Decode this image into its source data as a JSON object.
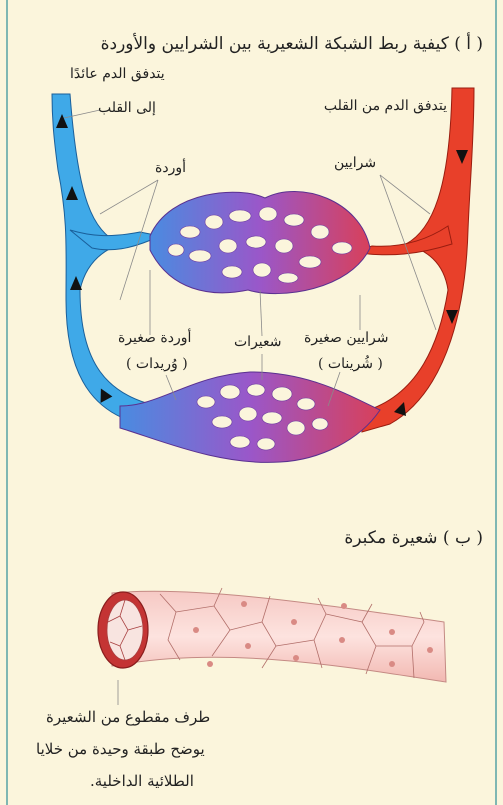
{
  "part_a": {
    "title": "( أ ) كيفية ربط الشبكة الشعيرية بين الشرايين والأوردة",
    "labels": {
      "blood_to_heart_1": "يتدفق الدم عائدًا",
      "blood_to_heart_2": "إلى القلب",
      "blood_from_heart": "يتدفق الدم من القلب",
      "veins": "أوردة",
      "arteries": "شرايين",
      "venules_1": "أوردة صغيرة",
      "venules_2": "( وُريدات )",
      "capillaries": "شعيرات",
      "arterioles_1": "شرايين صغيرة",
      "arterioles_2": "( شُرينات )"
    }
  },
  "part_b": {
    "title": "( ب ) شعيرة مكبرة",
    "caption_1": "طرف مقطوع من الشعيرة",
    "caption_2": "يوضح طبقة وحيدة من خلايا",
    "caption_3": "الطلائية الداخلية."
  },
  "colors": {
    "background": "#fbf5dc",
    "vein": "#3fa9e8",
    "artery": "#e8402a",
    "capillary_mid": "#9a57c9",
    "border": "#7fb7b3"
  }
}
